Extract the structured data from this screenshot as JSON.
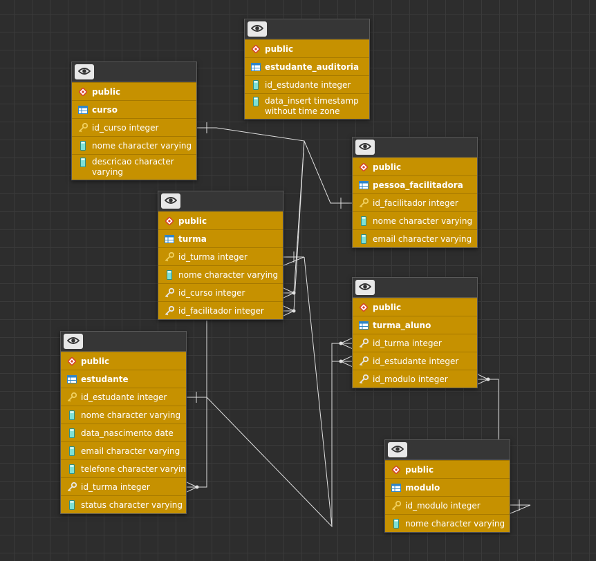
{
  "tables": [
    {
      "key": "estudante_auditoria",
      "schema": "public",
      "name": "estudante_auditoria",
      "columns": [
        {
          "text": "id_estudante integer",
          "icon": "column-icon"
        },
        {
          "text": "data_insert timestamp without time zone",
          "icon": "column-icon"
        }
      ]
    },
    {
      "key": "curso",
      "schema": "public",
      "name": "curso",
      "columns": [
        {
          "text": "id_curso integer",
          "icon": "primary-key-icon"
        },
        {
          "text": "nome character varying",
          "icon": "column-icon"
        },
        {
          "text": "descricao character varying",
          "icon": "column-icon"
        }
      ]
    },
    {
      "key": "pessoa_facilitadora",
      "schema": "public",
      "name": "pessoa_facilitadora",
      "columns": [
        {
          "text": "id_facilitador integer",
          "icon": "primary-key-icon"
        },
        {
          "text": "nome character varying",
          "icon": "column-icon"
        },
        {
          "text": "email character varying",
          "icon": "column-icon"
        }
      ]
    },
    {
      "key": "turma",
      "schema": "public",
      "name": "turma",
      "columns": [
        {
          "text": "id_turma integer",
          "icon": "primary-key-icon"
        },
        {
          "text": "nome character varying",
          "icon": "column-icon"
        },
        {
          "text": "id_curso integer",
          "icon": "foreign-key-icon"
        },
        {
          "text": "id_facilitador integer",
          "icon": "foreign-key-icon"
        }
      ]
    },
    {
      "key": "turma_aluno",
      "schema": "public",
      "name": "turma_aluno",
      "columns": [
        {
          "text": "id_turma integer",
          "icon": "foreign-key-icon"
        },
        {
          "text": "id_estudante integer",
          "icon": "foreign-key-icon"
        },
        {
          "text": "id_modulo integer",
          "icon": "foreign-key-icon"
        }
      ]
    },
    {
      "key": "estudante",
      "schema": "public",
      "name": "estudante",
      "columns": [
        {
          "text": "id_estudante integer",
          "icon": "primary-key-icon"
        },
        {
          "text": "nome character varying",
          "icon": "column-icon"
        },
        {
          "text": "data_nascimento date",
          "icon": "column-icon"
        },
        {
          "text": "email character varying",
          "icon": "column-icon"
        },
        {
          "text": "telefone character varying",
          "icon": "column-icon"
        },
        {
          "text": "id_turma integer",
          "icon": "foreign-key-icon"
        },
        {
          "text": "status character varying",
          "icon": "column-icon"
        }
      ]
    },
    {
      "key": "modulo",
      "schema": "public",
      "name": "modulo",
      "columns": [
        {
          "text": "id_modulo integer",
          "icon": "primary-key-icon"
        },
        {
          "text": "nome character varying",
          "icon": "column-icon"
        }
      ]
    }
  ],
  "relationships": [
    {
      "from": "turma.id_curso integer",
      "to": "curso.id_curso integer",
      "cardinality": "many-to-one"
    },
    {
      "from": "turma.id_facilitador integer",
      "to": "pessoa_facilitadora.id_facilitador integer",
      "cardinality": "many-to-one"
    },
    {
      "from": "estudante.id_turma integer",
      "to": "turma.id_turma integer",
      "cardinality": "many-to-one"
    },
    {
      "from": "turma_aluno.id_turma integer",
      "to": "turma.id_turma integer",
      "cardinality": "many-to-one"
    },
    {
      "from": "turma_aluno.id_estudante integer",
      "to": "estudante.id_estudante integer",
      "cardinality": "many-to-one"
    },
    {
      "from": "turma_aluno.id_modulo integer",
      "to": "modulo.id_modulo integer",
      "cardinality": "many-to-one"
    }
  ],
  "colors": {
    "canvas": "#2d2d2d",
    "grid": "#3a3a3a",
    "row": "#c69100",
    "row_border": "#a57800",
    "header": "#363636",
    "line": "#e0e0e0",
    "schema_icon": "#d6402a",
    "table_icon": "#2f86c9",
    "column_icon": "#7ee0d6",
    "key_icon": "#f0d060",
    "fk_icon": "#e8e8e8"
  }
}
